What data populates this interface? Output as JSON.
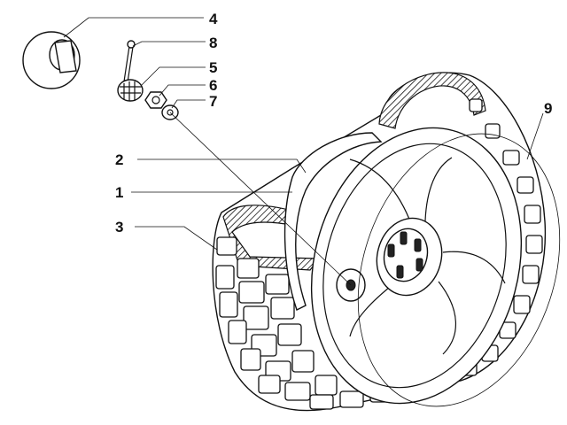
{
  "callouts": [
    {
      "id": "4",
      "label": "4"
    },
    {
      "id": "8",
      "label": "8"
    },
    {
      "id": "5",
      "label": "5"
    },
    {
      "id": "6",
      "label": "6"
    },
    {
      "id": "7",
      "label": "7"
    },
    {
      "id": "9",
      "label": "9"
    },
    {
      "id": "2",
      "label": "2"
    },
    {
      "id": "1",
      "label": "1"
    },
    {
      "id": "3",
      "label": "3"
    }
  ]
}
